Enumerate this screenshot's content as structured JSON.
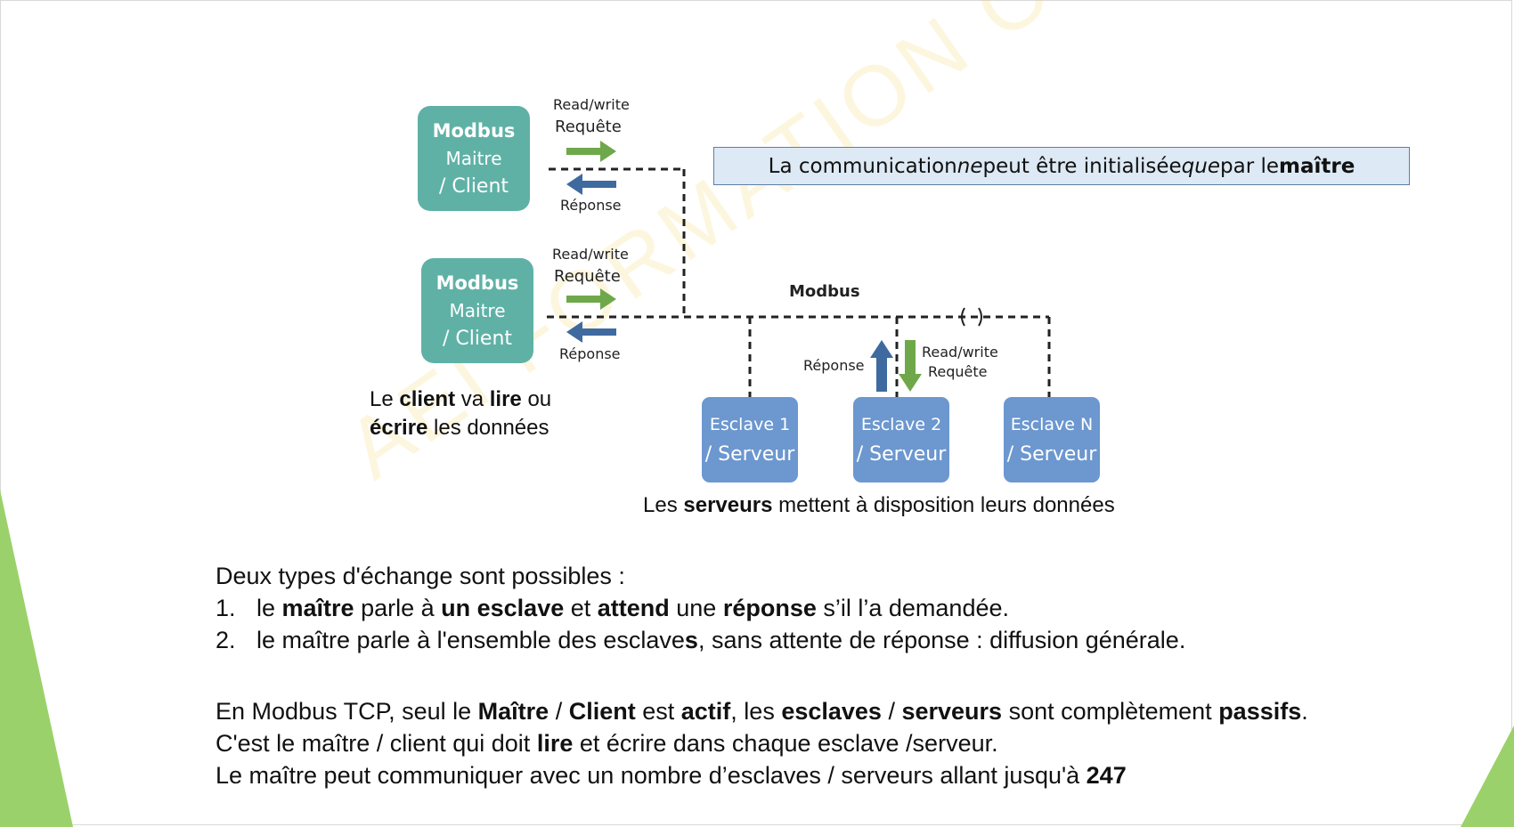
{
  "diagram": {
    "masters": [
      {
        "line1": "Modbus",
        "line2": "Maitre",
        "line3": "/ Client"
      },
      {
        "line1": "Modbus",
        "line2": "Maitre",
        "line3": "/ Client"
      }
    ],
    "master_links": [
      {
        "read_write": "Read/write",
        "request": "Requête",
        "response": "Réponse"
      },
      {
        "read_write": "Read/write",
        "request": "Requête",
        "response": "Réponse"
      }
    ],
    "bus_label": "Modbus",
    "slaves": [
      {
        "line1": "Esclave 1",
        "line2": "/ Serveur"
      },
      {
        "line1": "Esclave 2",
        "line2": "/ Serveur"
      },
      {
        "line1": "Esclave N",
        "line2": "/ Serveur"
      }
    ],
    "slave_link": {
      "response": "Réponse",
      "read_write": "Read/write",
      "request": "Requête"
    },
    "note": {
      "p1": "La communication ",
      "p2": "ne",
      "p3": " peut être initialisée ",
      "p4": "que",
      "p5": " par le ",
      "p6": "maître"
    },
    "client_caption": {
      "p1": "Le ",
      "p2": "client",
      "p3": " va ",
      "p4": "lire",
      "p5": " ou",
      "p6": "écrire",
      "p7": " les données"
    },
    "server_caption": {
      "p1": "Les ",
      "p2": "serveurs",
      "p3": " mettent à disposition leurs données"
    },
    "colors": {
      "master": "#5fb1a6",
      "slave": "#6c97cf",
      "request_arrow": "#6fa84a",
      "response_arrow": "#3f6aa0",
      "accent_wedge": "#9bd16a"
    }
  },
  "exchange": {
    "intro": "Deux types d'échange sont possibles :",
    "item1": {
      "num": "1.",
      "p1": "le ",
      "p2": "maître",
      "p3": " parle à ",
      "p4": "un esclave",
      "p5": " et ",
      "p6": "attend",
      "p7": " une ",
      "p8": "réponse",
      "p9": " s’il l’a demandée."
    },
    "item2": {
      "num": "2.",
      "p1": "le maître parle à l'ensemble des esclave",
      "p2": "s",
      "p3": ", sans attente de réponse : diffusion générale."
    }
  },
  "tcp": {
    "line1": {
      "p1": "En Modbus TCP, seul le ",
      "p2": "Maître",
      "p3": " / ",
      "p4": "Client",
      "p5": " est ",
      "p6": "actif",
      "p7": ", les ",
      "p8": "esclaves",
      "p9": " / ",
      "p10": "serveurs",
      "p11": " sont complètement ",
      "p12": "passifs",
      "p13": "."
    },
    "line2": {
      "p1": "C'est le maître / client qui doit ",
      "p2": "lire",
      "p3": " et écrire dans chaque esclave /serveur."
    },
    "line3": {
      "p1": "Le maître peut communiquer avec un nombre d’esclaves / serveurs allant jusqu'à ",
      "p2": "247"
    }
  },
  "watermark": "AEI FORMATION OUEST"
}
